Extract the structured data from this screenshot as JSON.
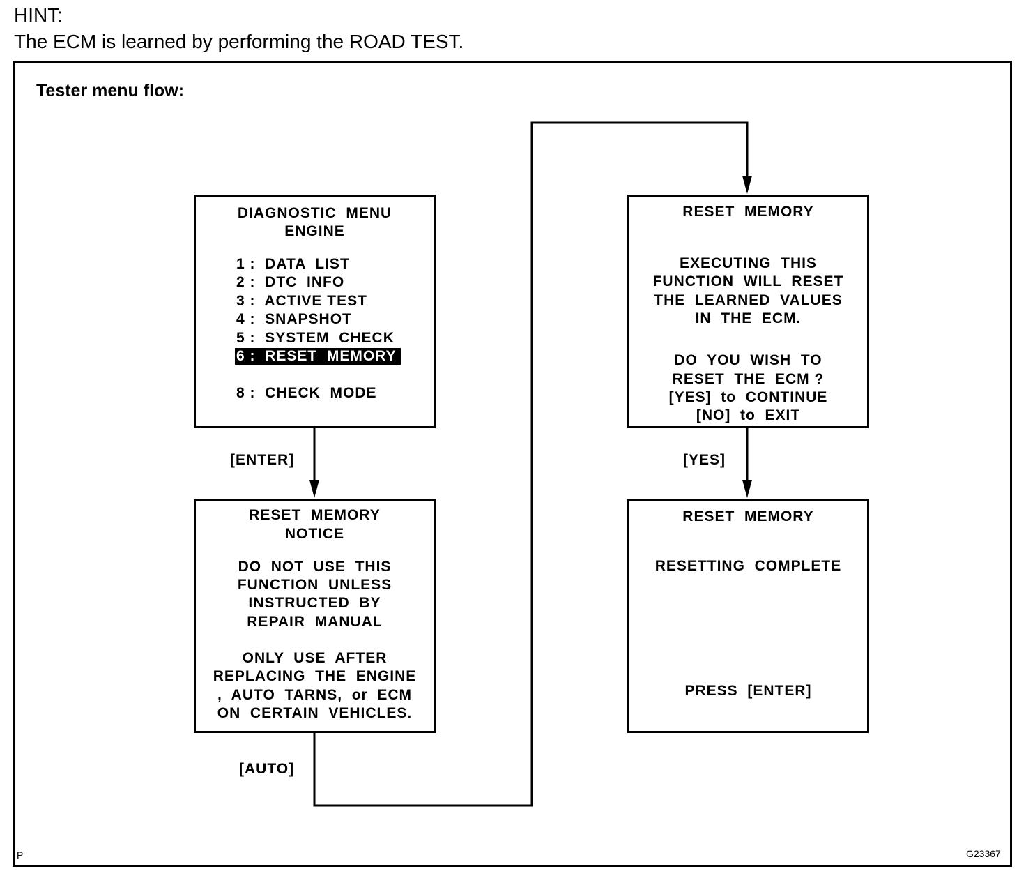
{
  "hint": {
    "title": "HINT:",
    "text": "The ECM is learned by performing the ROAD TEST."
  },
  "frame": {
    "title": "Tester menu flow:",
    "corner_left": "P",
    "corner_right": "G23367"
  },
  "boxes": {
    "diagnostic_menu": {
      "title1": "DIAGNOSTIC  MENU",
      "title2": "ENGINE",
      "items": [
        "1 :  DATA  LIST",
        "2 :  DTC  INFO",
        "3 :  ACTIVE TEST",
        "4 :  SNAPSHOT",
        "5 :  SYSTEM  CHECK",
        "6 :  RESET  MEMORY",
        "8 :  CHECK  MODE"
      ],
      "selected_item": "6 :  RESET  MEMORY"
    },
    "reset_notice": {
      "lines": [
        "RESET  MEMORY",
        "NOTICE",
        "DO  NOT  USE  THIS",
        "FUNCTION  UNLESS",
        "INSTRUCTED  BY",
        "REPAIR  MANUAL",
        "ONLY  USE  AFTER",
        "REPLACING  THE  ENGINE",
        ",  AUTO  TARNS,  or  ECM",
        "ON  CERTAIN  VEHICLES."
      ]
    },
    "reset_confirm": {
      "lines": [
        "RESET  MEMORY",
        "EXECUTING  THIS",
        "FUNCTION  WILL  RESET",
        "THE  LEARNED  VALUES",
        "IN  THE  ECM.",
        "DO  YOU  WISH  TO",
        "RESET  THE  ECM ?",
        "[YES]  to  CONTINUE",
        "[NO]  to  EXIT"
      ]
    },
    "reset_complete": {
      "lines": [
        "RESET  MEMORY",
        "RESETTING  COMPLETE",
        "PRESS  [ENTER]"
      ]
    }
  },
  "transitions": {
    "enter": "[ENTER]",
    "auto": "[AUTO]",
    "yes": "[YES]"
  }
}
